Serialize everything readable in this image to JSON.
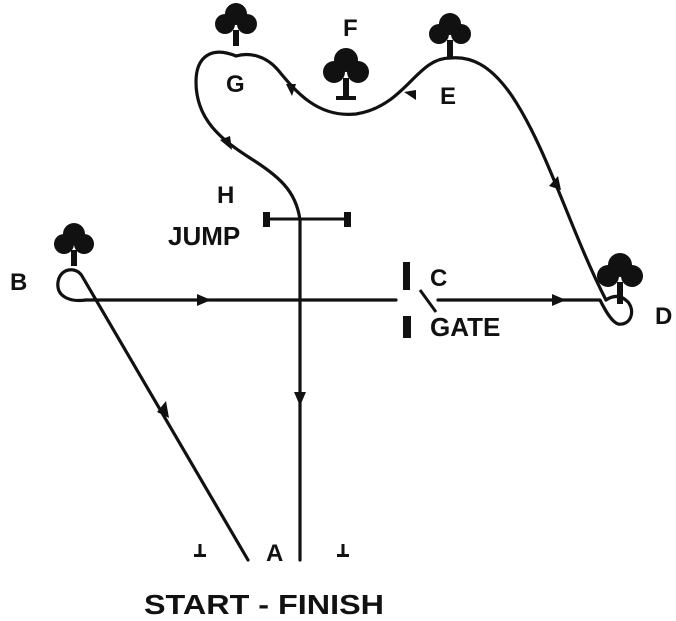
{
  "points": {
    "A": "A",
    "B": "B",
    "C": "C",
    "D": "D",
    "E": "E",
    "F": "F",
    "G": "G",
    "H": "H"
  },
  "labels": {
    "jump": "JUMP",
    "gate": "GATE",
    "start_finish": "START - FINISH"
  },
  "colors": {
    "ink": "#111111",
    "background": "#ffffff"
  },
  "icons": [
    "tree-icon",
    "arrow-icon",
    "flag-marker-icon"
  ]
}
